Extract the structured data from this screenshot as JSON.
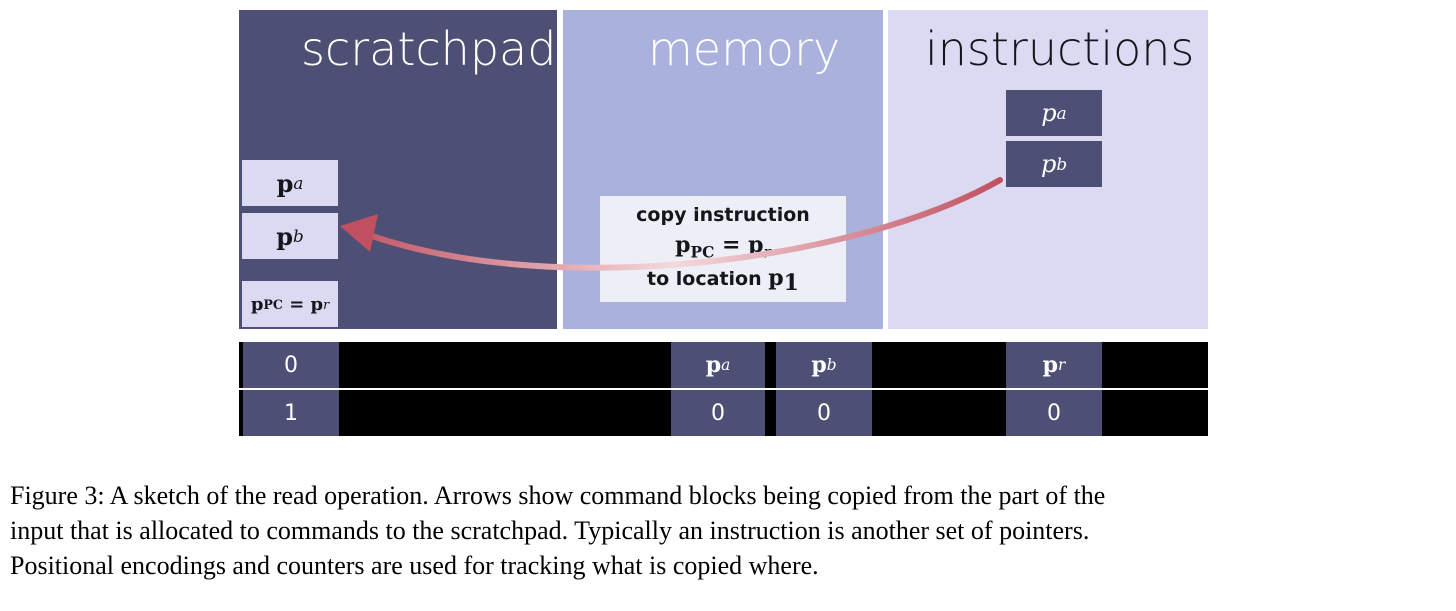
{
  "panels": {
    "scratchpad": "scratchpad",
    "memory": "memory",
    "instructions": "instructions"
  },
  "scratchpad_items": [
    {
      "vec": "p",
      "sub": "a"
    },
    {
      "vec": "p",
      "sub": "b"
    },
    {
      "vec": "p",
      "sub": "PC",
      "eq": " = ",
      "rhs_vec": "p",
      "rhs_sub": "r"
    }
  ],
  "instruction_items": [
    {
      "vec": "p",
      "sub": "a"
    },
    {
      "vec": "p",
      "sub": "b"
    }
  ],
  "copy_box": {
    "line1": "copy instruction",
    "lhs_vec": "p",
    "lhs_sub": "PC",
    "eq": " = ",
    "rhs_vec": "p",
    "rhs_sub": "r",
    "line3_prefix": "to location ",
    "loc_vec": "p",
    "loc_sub": "1"
  },
  "strip_rows": [
    [
      "0",
      {
        "vec": "p",
        "sub": "a"
      },
      {
        "vec": "p",
        "sub": "b"
      },
      {
        "vec": "p",
        "sub": "r"
      }
    ],
    [
      "1",
      "0",
      "0",
      "0"
    ]
  ],
  "arrow_color": "#c0505f",
  "caption": [
    "Figure 3: A sketch of the read operation. Arrows show command blocks being copied from the part of the",
    "input that is allocated to commands to the scratchpad. Typically an instruction is another set of pointers.",
    "Positional encodings and counters are used for tracking what is copied where."
  ]
}
